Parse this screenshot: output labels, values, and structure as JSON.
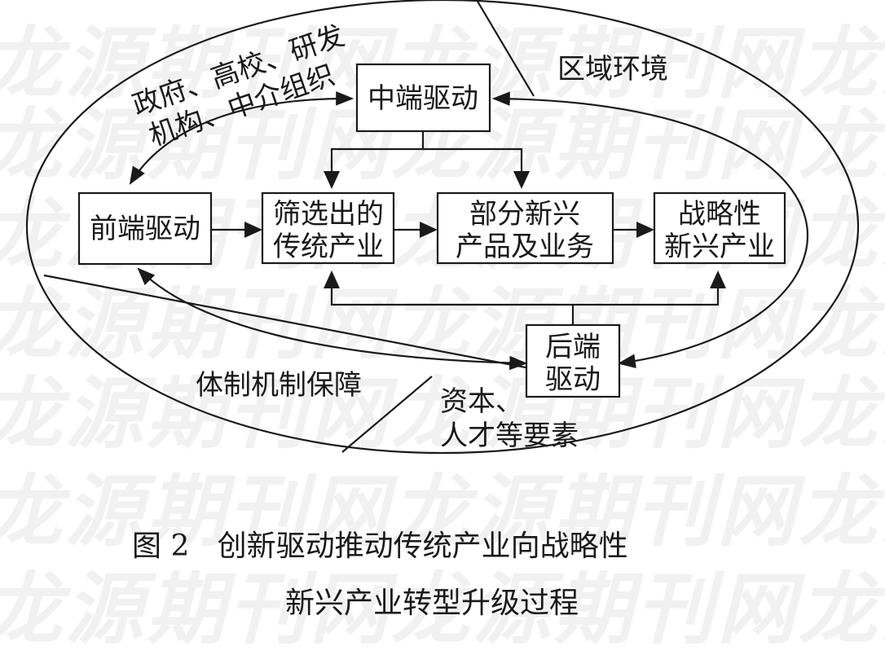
{
  "watermark": "龙源期刊网",
  "diagram": {
    "boxes": {
      "front": "前端驱动",
      "middle": "中端驱动",
      "filtered": [
        "筛选出的",
        "传统产业"
      ],
      "partial": [
        "部分新兴",
        "产品及业务"
      ],
      "strategic": [
        "战略性",
        "新兴产业"
      ],
      "back": [
        "后端",
        "驱动"
      ]
    },
    "labels": {
      "gov": [
        "政府、高校、研发",
        "机构、中介组织"
      ],
      "region": "区域环境",
      "institution": "体制机制保障",
      "capital": [
        "资本、",
        "人才等要素"
      ]
    }
  },
  "caption": {
    "line1": "图 2   创新驱动推动传统产业向战略性",
    "line2": "新兴产业转型升级过程"
  }
}
